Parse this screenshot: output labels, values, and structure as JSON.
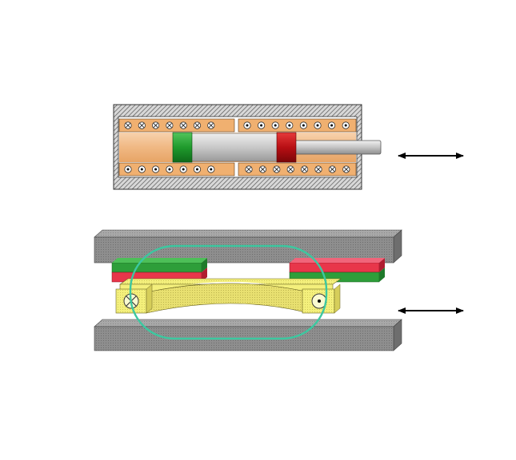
{
  "diagram": {
    "top_assembly": {
      "name": "linear-motor-cross-section",
      "coil_marks_top_left": [
        "x",
        "x",
        "x",
        "x",
        "x",
        "x",
        "x"
      ],
      "coil_marks_top_right": [
        "dot",
        "dot",
        "dot",
        "dot",
        "dot",
        "dot",
        "dot",
        "dot"
      ],
      "coil_marks_bottom_left": [
        "dot",
        "dot",
        "dot",
        "dot",
        "dot",
        "dot",
        "dot"
      ],
      "coil_marks_bottom_right": [
        "x",
        "x",
        "x",
        "x",
        "x",
        "x",
        "x",
        "x"
      ]
    },
    "bottom_assembly": {
      "name": "flat-linear-motor-with-curved-coil",
      "left_conductor_mark": "x",
      "right_conductor_mark": "dot"
    },
    "motion_indicator": "bidirectional",
    "colors": {
      "housing_hatch": "#7a7a7a",
      "coil_bg": "#f0b070",
      "core_fill": "#f5c89a",
      "rod": "#c0c0c0",
      "magnet_green": "#2e9e3a",
      "magnet_red": "#d8253a",
      "plate": "#8a8a8a",
      "coil_yellow": "#f3f07a",
      "loop": "#3cc8a0"
    }
  }
}
